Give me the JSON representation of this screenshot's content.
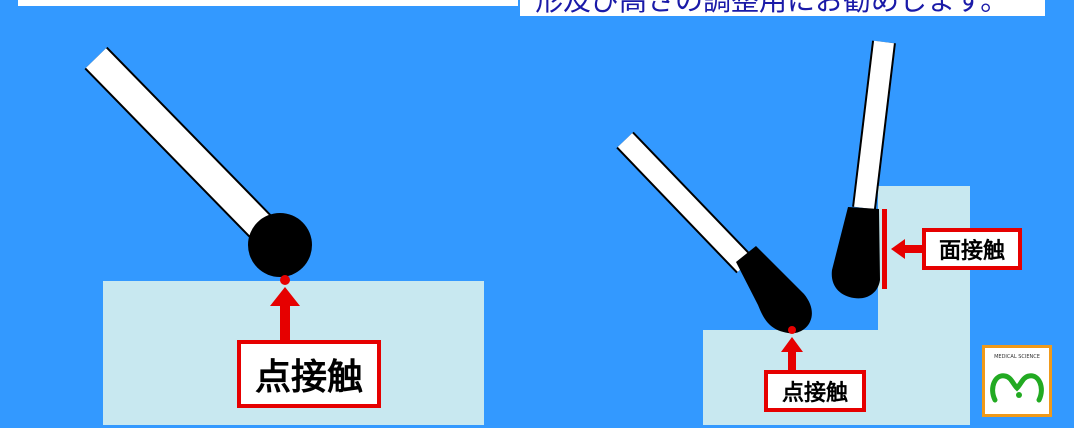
{
  "caption": "形及び高さの調整用にお勧めします。",
  "left_label": "点接触",
  "right_point_label": "点接触",
  "right_face_label": "面接触",
  "logo_text": "MEDICAL\nSCIENCE",
  "colors": {
    "background": "#3399ff",
    "surface": "#c8e8f0",
    "accent_red": "#e60000",
    "tool_handle": "#ffffff",
    "tool_tip": "#000000",
    "logo_border": "#f09a1a",
    "logo_green": "#22aa22"
  }
}
